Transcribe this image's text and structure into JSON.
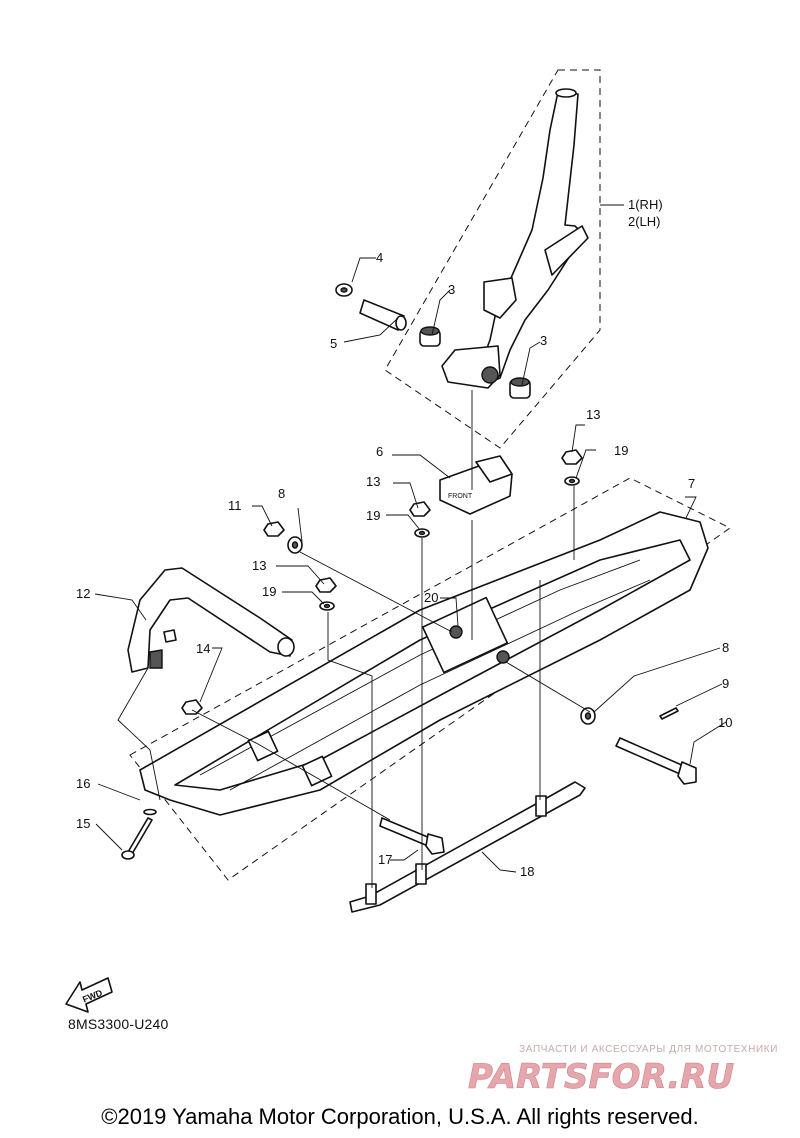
{
  "callouts": {
    "c1": "1(RH)",
    "c2": "2(LH)",
    "c3a": "3",
    "c3b": "3",
    "c4": "4",
    "c5": "5",
    "c6": "6",
    "c7": "7",
    "c8a": "8",
    "c8b": "8",
    "c9": "9",
    "c10": "10",
    "c11": "11",
    "c12": "12",
    "c13a": "13",
    "c13b": "13",
    "c13c": "13",
    "c14": "14",
    "c15": "15",
    "c16": "16",
    "c17": "17",
    "c18": "18",
    "c19a": "19",
    "c19b": "19",
    "c19c": "19",
    "c20": "20"
  },
  "fwd_label": "FWD",
  "block_label": "FRONT",
  "diagram_code": "8MS3300-U240",
  "watermark": {
    "tagline": "ЗАПЧАСТИ И АКСЕССУАРЫ ДЛЯ МОТОТЕХНИКИ",
    "logo_text": "PARTSFOR.RU"
  },
  "copyright": "©2019 Yamaha Motor Corporation, U.S.A. All rights reserved."
}
